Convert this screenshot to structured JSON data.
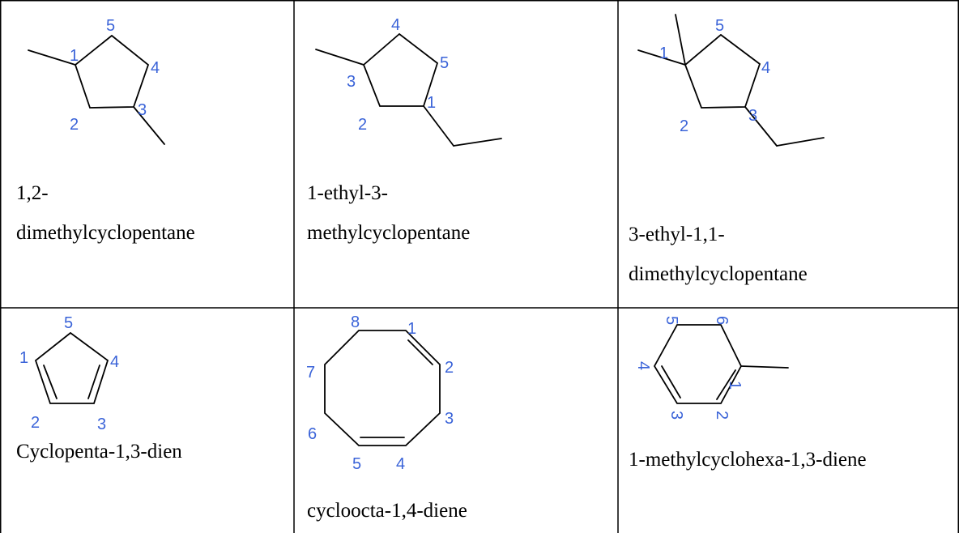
{
  "cells": [
    {
      "id": "c1",
      "name_lines": [
        "1,2-",
        "dimethylcyclopentane"
      ],
      "labels": [
        "5",
        "1",
        "4",
        "2",
        "3"
      ]
    },
    {
      "id": "c2",
      "name_lines": [
        "1-ethyl-3-",
        "methylcyclopentane"
      ],
      "labels": [
        "4",
        "5",
        "3",
        "1",
        "2"
      ]
    },
    {
      "id": "c3",
      "name_lines": [
        "3-ethyl-1,1-",
        "dimethylcyclopentane"
      ],
      "labels": [
        "5",
        "1",
        "4",
        "3",
        "2"
      ]
    },
    {
      "id": "c4",
      "name_lines": [
        "Cyclopenta-1,3-dien"
      ],
      "labels": [
        "5",
        "1",
        "4",
        "2",
        "3"
      ]
    },
    {
      "id": "c5",
      "name_lines": [
        "cycloocta-1,4-diene"
      ],
      "labels": [
        "8",
        "1",
        "7",
        "2",
        "3",
        "6",
        "5",
        "4"
      ]
    },
    {
      "id": "c6",
      "name_lines": [
        "1-methylcyclohexa-1,3-diene"
      ],
      "labels": [
        "5",
        "6",
        "4",
        "1",
        "3",
        "2"
      ]
    }
  ]
}
